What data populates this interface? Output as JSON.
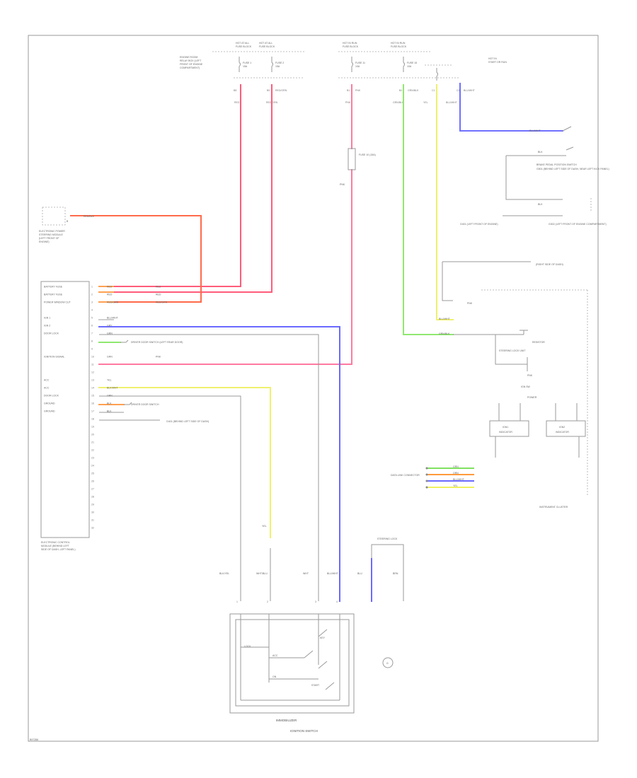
{
  "page": {
    "code": "B97286"
  },
  "colors": {
    "red": "#ff3a3a",
    "pink": "#ff5c8a",
    "orange": "#ff9a3c",
    "green": "#80e060",
    "yellow": "#f0f060",
    "blue": "#6a6aff",
    "gray": "#b8b8b8"
  },
  "fuse_top": [
    {
      "hdr1": "HOT AT ALL",
      "hdr2": "FUSE BLOCK",
      "fuse": "FUSE 1",
      "amp": "15A",
      "pin": "B8",
      "wire": "RED"
    },
    {
      "hdr1": "HOT AT ALL",
      "hdr2": "FUSE BLOCK",
      "fuse": "FUSE 2",
      "amp": "15A",
      "pin": "B9",
      "wire": "RED/GRN"
    },
    {
      "hdr1": "HOT IN RUN",
      "hdr2": "FUSE BLOCK",
      "fuse": "FUSE 11",
      "amp": "10A",
      "pin": "B1",
      "wire": "PNK"
    },
    {
      "hdr1": "HOT IN RUN",
      "hdr2": "FUSE BLOCK",
      "fuse": "FUSE 15",
      "amp": "10A",
      "pin": "B2",
      "wire": "GRN/BLK"
    },
    {
      "hdr1": "",
      "hdr2": "",
      "fuse": "",
      "amp": "",
      "pin": "C1",
      "wire": "YEL"
    },
    {
      "hdr1": "HOT IN",
      "hdr2": "START OR RUN",
      "fuse": "",
      "amp": "",
      "pin": "C2",
      "wire": "BLU/WHT"
    }
  ],
  "fuse_desc": "ENGINE ROOM RELAY BOX (LEFT FRONT OF ENGINE COMPARTMENT)",
  "fuse_desc2": "FUSE/RELAY BOX (RIGHT SIDE OF DASH)",
  "upper_left_connector": {
    "wire": "RED/BLK",
    "desc_l1": "ELECTRONIC POWER",
    "desc_l2": "STEERING MODULE",
    "desc_l3": "(LEFT FRONT OF",
    "desc_l4": "ENGINE)",
    "pin": "B"
  },
  "ecm": {
    "pins": [
      {
        "label": "BATTERY FUSE",
        "wire": "RED",
        "dest": "RED"
      },
      {
        "label": "BATTERY FUSE",
        "wire": "RED",
        "dest": "RED"
      },
      {
        "label": "POWER WINDOW CUT",
        "wire": "RED/GRN",
        "dest": "RED/GRN"
      },
      {
        "label": "",
        "wire": "",
        "dest": ""
      },
      {
        "label": "IGN 1",
        "wire": "BLU/WHT",
        "dest": ""
      },
      {
        "label": "IGN 2",
        "wire": "GRY",
        "dest": ""
      },
      {
        "label": "DOOR LOCK",
        "wire": "GRN",
        "dest": ""
      },
      {
        "label": "",
        "wire": "",
        "dest": ""
      },
      {
        "label": "",
        "wire": "",
        "dest": ""
      },
      {
        "label": "IGNITION SIGNAL",
        "wire": "GRN",
        "dest": "PNK"
      },
      {
        "label": "",
        "wire": "",
        "dest": ""
      },
      {
        "label": "",
        "wire": "",
        "dest": ""
      },
      {
        "label": "ACC",
        "wire": "YEL",
        "dest": ""
      },
      {
        "label": "ACC",
        "wire": "BLK/WHT",
        "dest": ""
      },
      {
        "label": "DOOR LOCK",
        "wire": "ORN",
        "dest": ""
      },
      {
        "label": "GROUND",
        "wire": "BLK",
        "dest": ""
      },
      {
        "label": "GROUND",
        "wire": "BLK",
        "dest": ""
      }
    ],
    "desc_l1": "ELECTRONIC CONTROL",
    "desc_l2": "MODULE (BEHIND LEFT",
    "desc_l3": "SIDE OF DASH, LEFT PANEL)"
  },
  "ecm_notes": {
    "door_switch": "DRIVER DOOR SWITCH (LEFT REAR DOOR)",
    "door_switch2": "DRIVER DOOR SWITCH",
    "ground": "G401 (BEHIND LEFT SIDE OF DASH)"
  },
  "right_side": {
    "fuse_note": "FUSE 10 (15A)",
    "steering_lock": "STEERING LOCK UNIT",
    "resistor": "RESISTOR",
    "g_note": "G401 (LEFT FRONT OF ENGINE)",
    "ground_note1": "BRAKE PEDAL POSITION SWITCH",
    "ground_note2": "G501 (BEHIND LEFT SIDE OF DASH, NEAR LEFT KICK PANEL)",
    "ground_note3": "G302 (LEFT FRONT OF ENGINE COMPARTMENT)",
    "relay_note": "(RIGHT SIDE OF DASH)",
    "cluster_pins": [
      "PNK",
      "GRN/BLK",
      "BLU/WHT",
      "YEL"
    ],
    "ign_label": "IGN SW",
    "pwr_label": "POWER",
    "gauge1": "IGN1",
    "gauge2": "IGN2",
    "gauge_sub1": "INDICATOR",
    "gauge_sub2": "INDICATOR",
    "cluster_caption": "INSTRUMENT CLUSTER",
    "dlc_pins": [
      "GRN",
      "ORN",
      "BLU/WHT",
      "YEL"
    ],
    "dlc_label": "DATA LINK CONNECTOR"
  },
  "ign_switch": {
    "wires": [
      "BLK/YEL",
      "WHT/BLU",
      "WHT",
      "BLU/WHT"
    ],
    "pins": [
      "1",
      "2",
      "3",
      "4"
    ],
    "positions": [
      "LOCK",
      "ACC",
      "ON",
      "START"
    ],
    "caption1": "IMMOBILIZER",
    "caption2": "IGNITION SWITCH",
    "key_label": "KEY",
    "glow_wires": [
      "BLU",
      "BRN"
    ],
    "glow_label": "STEERING LOCK",
    "yel_label": "YEL"
  },
  "antenna": {
    "label": "G"
  }
}
